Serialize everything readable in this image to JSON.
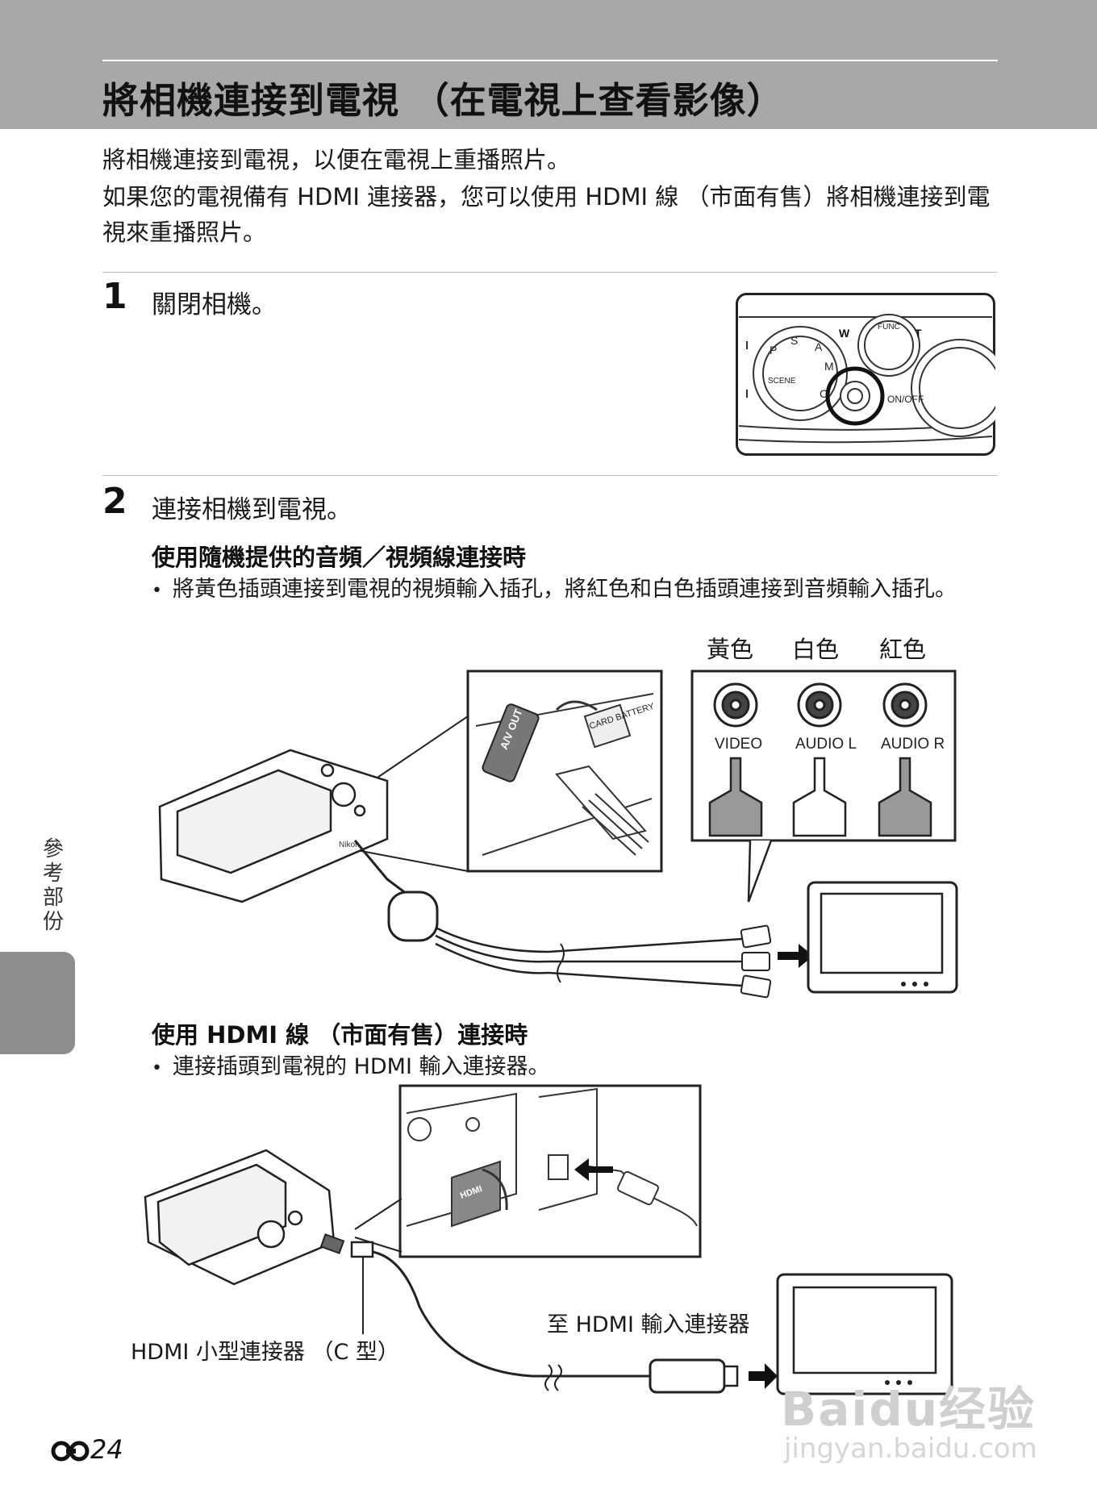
{
  "header": {
    "title": "將相機連接到電視 （在電視上查看影像）"
  },
  "intro": {
    "line1": "將相機連接到電視，以便在電視上重播照片。",
    "line2": "如果您的電視備有 HDMI 連接器，您可以使用 HDMI 線 （市面有售）將相機連接到電視來重播照片。"
  },
  "step1": {
    "number": "1",
    "text": "關閉相機。",
    "figure": {
      "top_labels": [
        "W",
        "T"
      ],
      "mode_dial": [
        "P",
        "S",
        "A",
        "M",
        "C",
        "SCENE"
      ],
      "power_label": "ON/OFF",
      "small_ring_label": "FUNC"
    }
  },
  "step2": {
    "number": "2",
    "text": "連接相機到電視。",
    "av": {
      "heading": "使用隨機提供的音頻／視頻線連接時",
      "bullet": "將黃色插頭連接到電視的視頻輸入插孔，將紅色和白色插頭連接到音頻輸入插孔。",
      "colors": [
        "黃色",
        "白色",
        "紅色"
      ],
      "jacks": [
        "VIDEO",
        "AUDIO L",
        "AUDIO R"
      ],
      "port_labels": {
        "av_out": "A/V OUT",
        "card_battery": "CARD BATTERY"
      },
      "brand": "Nikon"
    },
    "hdmi": {
      "heading": "使用 HDMI 線 （市面有售）連接時",
      "bullet": "連接插頭到電視的 HDMI 輸入連接器。",
      "mini_label": "HDMI 小型連接器 （C 型）",
      "tv_label": "至 HDMI 輸入連接器",
      "port_label": "HDMI"
    }
  },
  "sidebar": {
    "label": "參考部份"
  },
  "footer": {
    "page": "24"
  },
  "watermark": {
    "text": "Baidu经验",
    "url": "jingyan.baidu.com"
  }
}
